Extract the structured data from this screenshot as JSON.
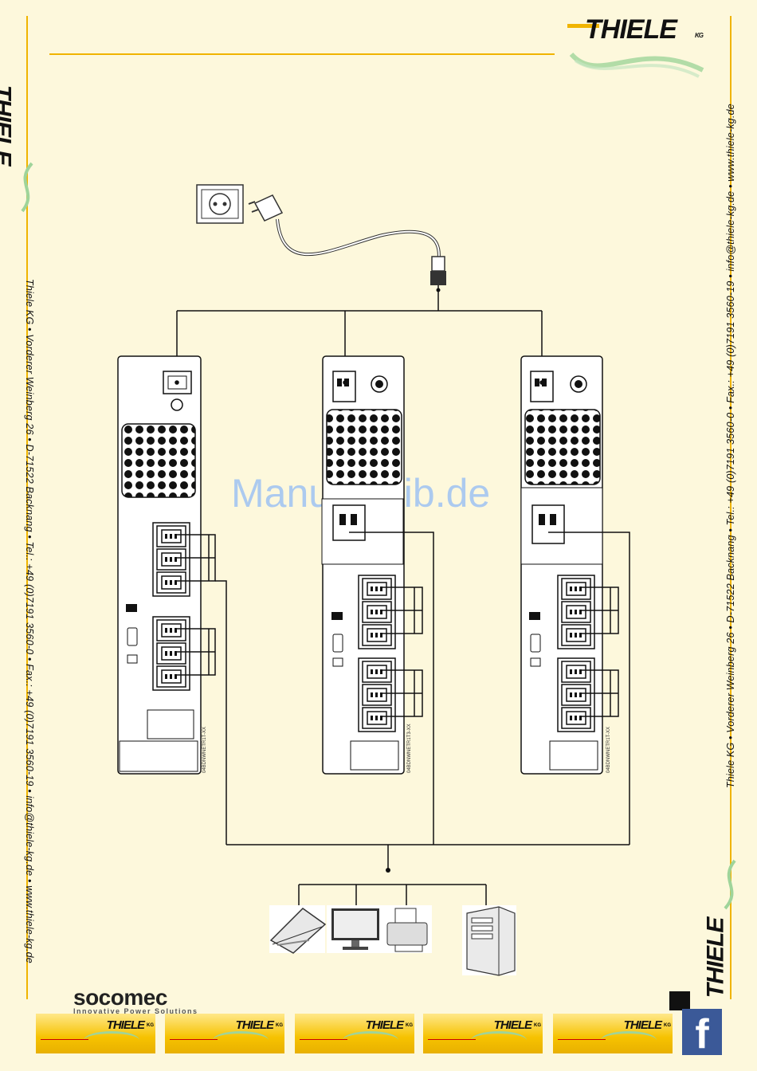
{
  "brand": {
    "logo_word": "THIELE",
    "logo_suffix": "KG",
    "accent_color": "#f0b400",
    "swoosh_color": "#9fd49a"
  },
  "side_text": {
    "left": "Thiele KG • Vorderer Weinberg 26 • D-71522 Backnang • Tel.: +49 (0)7191 3560-0 • Fax.: +49 (0)7191 3560-19 • info@thiele-kg.de • www.thiele-kg.de",
    "right": "Thiele KG • Vorderer Weinberg 26 • D-71522 Backnang • Tel.: +49 (0)7191 3560-0 • Fax.: +49 (0)7191 3560-19 • info@thiele-kg.de • www.thiele-kg.de"
  },
  "watermark": "ManualsLib.de",
  "diagram": {
    "ups_units": [
      {
        "part_label": "04BDNWNETR1T-XX"
      },
      {
        "part_label": "04BDNWNETR1T3-XX"
      },
      {
        "part_label": "04BDNWNETR1T-XX"
      }
    ],
    "devices": [
      "scanner-icon",
      "monitor-icon",
      "printer-icon",
      "pc-tower-icon"
    ],
    "source_icons": [
      "wall-socket-icon",
      "schuko-plug-icon"
    ]
  },
  "footer": {
    "socomec_name": "socomec",
    "socomec_tagline": "Innovative Power Solutions",
    "banners": [
      "THIELE",
      "THIELE",
      "THIELE",
      "THIELE",
      "THIELE"
    ],
    "banner_suffix": "KG",
    "facebook_glyph": "f",
    "facebook_color": "#3b5998"
  }
}
